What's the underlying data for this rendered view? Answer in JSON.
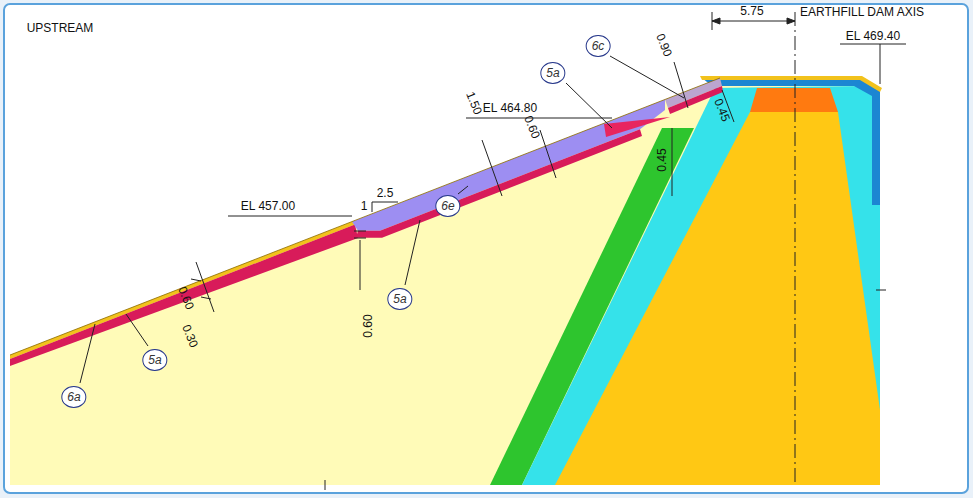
{
  "diagram": {
    "labels": [
      "UPSTREAM",
      "EL 469.40",
      "EARTHFILL DAM AXIS",
      "5.75",
      "EL 464.80",
      "EL 457.00",
      "2.5",
      "1",
      "6a",
      "5a",
      "0.60",
      "0.30",
      "0.60",
      "6e",
      "1.50",
      "5a",
      "0.60",
      "5a",
      "6c",
      "0.90",
      "0.45",
      "0.45"
    ]
  }
}
